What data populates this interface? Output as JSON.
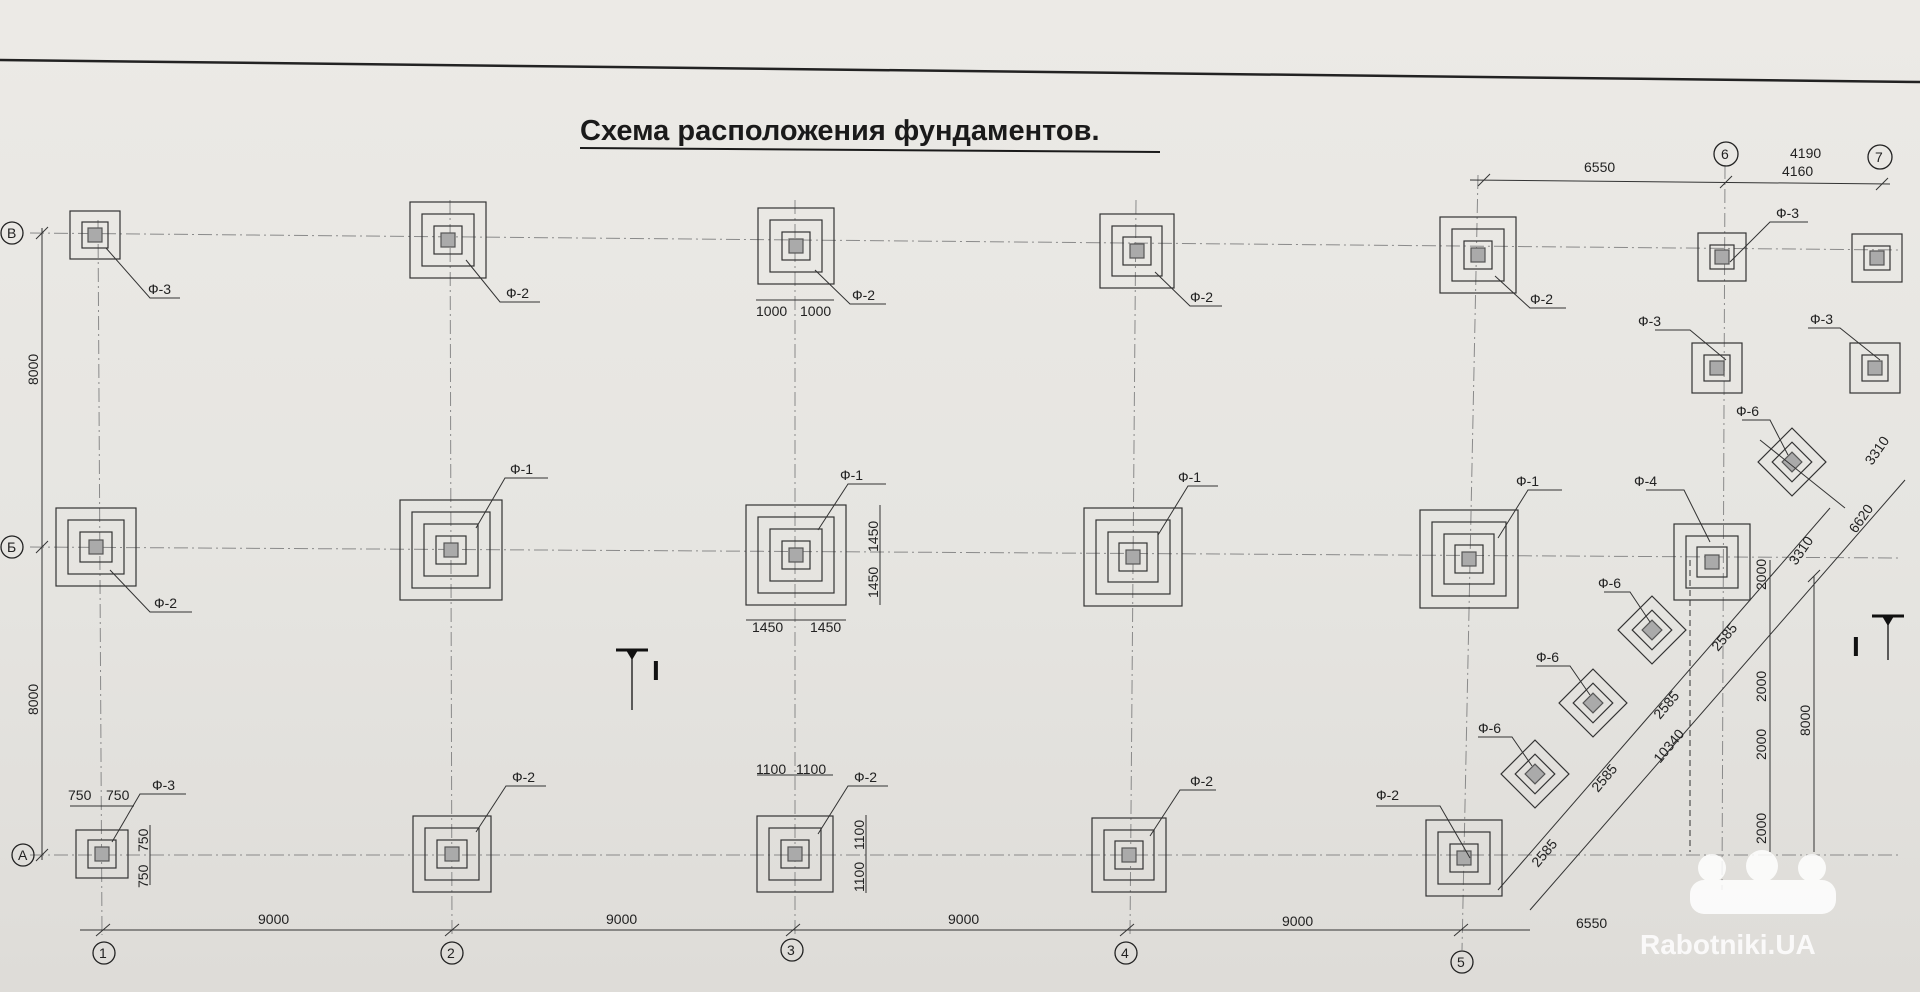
{
  "title": "Схема расположения фундаментов.",
  "axes": {
    "columns": [
      "1",
      "2",
      "3",
      "4",
      "5",
      "6",
      "7"
    ],
    "rows": [
      "А",
      "Б",
      "В"
    ]
  },
  "dimensions": {
    "bottom": [
      "9000",
      "9000",
      "9000",
      "9000",
      "6550"
    ],
    "top": [
      "6550",
      "4190",
      "4160"
    ],
    "left": [
      "8000",
      "8000"
    ],
    "right": "8000",
    "diag_right": [
      "2000",
      "2000",
      "2000",
      "2000"
    ],
    "diag_chain": [
      "2585",
      "2585",
      "2585",
      "2585"
    ],
    "diag_total": "10340",
    "diag_upper": [
      "3310",
      "3310",
      "6620"
    ],
    "details": {
      "f2_top": [
        "1000",
        "1000"
      ],
      "f1_h": [
        "1450",
        "1450"
      ],
      "f1_v": [
        "1450",
        "1450"
      ],
      "f3_h": [
        "750",
        "750"
      ],
      "f3_v": [
        "750",
        "750"
      ],
      "f2_bot_h": [
        "1100",
        "1100"
      ],
      "f2_bot_v": [
        "1100",
        "1100"
      ]
    }
  },
  "foundations": {
    "f1": "Ф-1",
    "f2": "Ф-2",
    "f3": "Ф-3",
    "f4": "Ф-4",
    "f6": "Ф-6"
  },
  "section_mark": "I",
  "watermark": "Rabotniki.UA"
}
